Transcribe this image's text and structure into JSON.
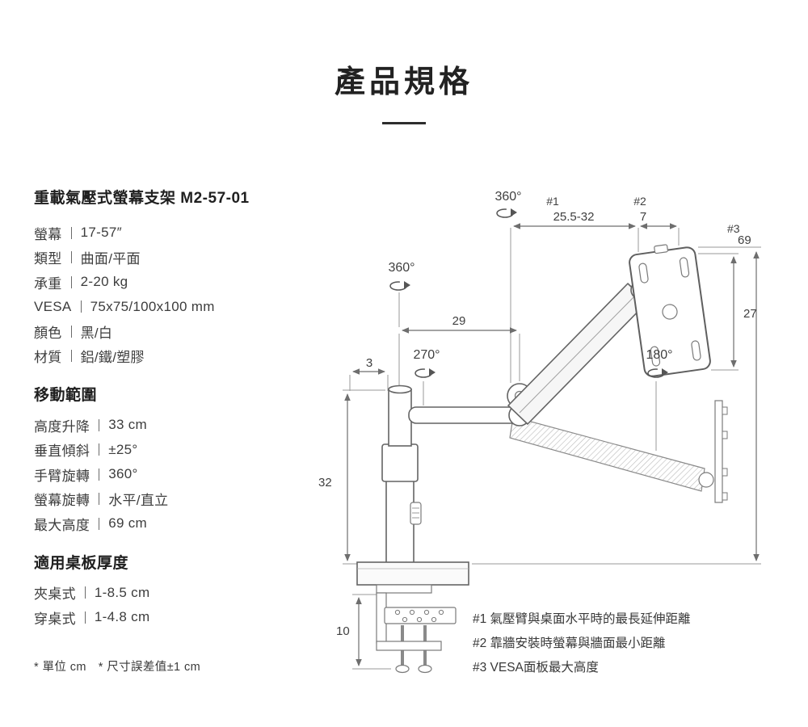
{
  "page": {
    "title": "產品規格"
  },
  "specs": {
    "heading": "重載氣壓式螢幕支架 M2-57-01",
    "items": [
      {
        "label": "螢幕",
        "value": "17-57″"
      },
      {
        "label": "類型",
        "value": "曲面/平面"
      },
      {
        "label": "承重",
        "value": "2-20 kg"
      },
      {
        "label": "VESA",
        "value": "75x75/100x100 mm"
      },
      {
        "label": "顏色",
        "value": "黑/白"
      },
      {
        "label": "材質",
        "value": "鋁/鐵/塑膠"
      }
    ],
    "movement": {
      "heading": "移動範圍",
      "items": [
        {
          "label": "高度升降",
          "value": "33 cm"
        },
        {
          "label": "垂直傾斜",
          "value": "±25°"
        },
        {
          "label": "手臂旋轉",
          "value": "360°"
        },
        {
          "label": "螢幕旋轉",
          "value": "水平/直立"
        },
        {
          "label": "最大高度",
          "value": "69 cm"
        }
      ]
    },
    "desk": {
      "heading": "適用桌板厚度",
      "items": [
        {
          "label": "夾桌式",
          "value": "1-8.5 cm"
        },
        {
          "label": "穿桌式",
          "value": "1-4.8 cm"
        }
      ]
    },
    "footnote": "* 單位 cm　* 尺寸誤差值±1 cm"
  },
  "diagram": {
    "rotations": {
      "arm": "360°",
      "pole": "360°",
      "elbow": "270°",
      "monitor": "180°"
    },
    "dims": {
      "tag1": "#1",
      "range1": "25.5-32",
      "tag2": "#2",
      "val2": "7",
      "tag3": "#3",
      "val3": "69",
      "val27": "27",
      "val29": "29",
      "val3b": "3",
      "val32": "32",
      "val10": "10"
    },
    "notes": [
      "#1 氣壓臂與桌面水平時的最長延伸距離",
      "#2 靠牆安裝時螢幕與牆面最小距離",
      "#3 VESA面板最大高度"
    ]
  }
}
